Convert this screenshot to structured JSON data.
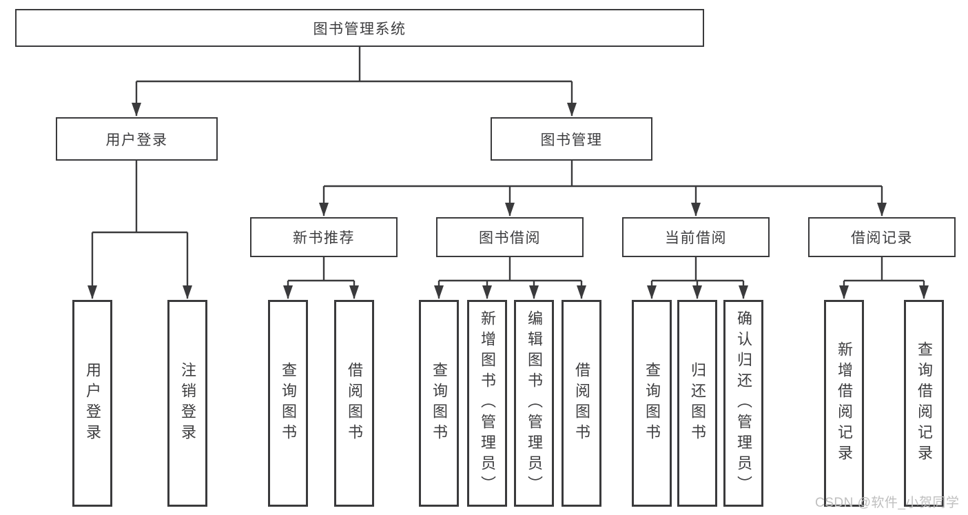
{
  "diagram": {
    "tree": {
      "label": "图书管理系统",
      "children": [
        {
          "label": "用户登录",
          "children": [
            {
              "label": "用户登录"
            },
            {
              "label": "注销登录"
            }
          ]
        },
        {
          "label": "图书管理",
          "children": [
            {
              "label": "新书推荐",
              "children": [
                {
                  "label": "查询图书"
                },
                {
                  "label": "借阅图书"
                }
              ]
            },
            {
              "label": "图书借阅",
              "children": [
                {
                  "label": "查询图书"
                },
                {
                  "label": "新增图书（管理员）"
                },
                {
                  "label": "编辑图书（管理员）"
                },
                {
                  "label": "借阅图书"
                }
              ]
            },
            {
              "label": "当前借阅",
              "children": [
                {
                  "label": "查询图书"
                },
                {
                  "label": "归还图书"
                },
                {
                  "label": "确认归还（管理员）"
                }
              ]
            },
            {
              "label": "借阅记录",
              "children": [
                {
                  "label": "新增借阅记录"
                },
                {
                  "label": "查询借阅记录"
                }
              ]
            }
          ]
        }
      ]
    }
  },
  "watermark": "CSDN @软件_小贺同学",
  "colors": {
    "line": "#3a3a3c",
    "text": "#3d3d3f",
    "watermark": "#bfbfbf",
    "background": "#ffffff"
  }
}
